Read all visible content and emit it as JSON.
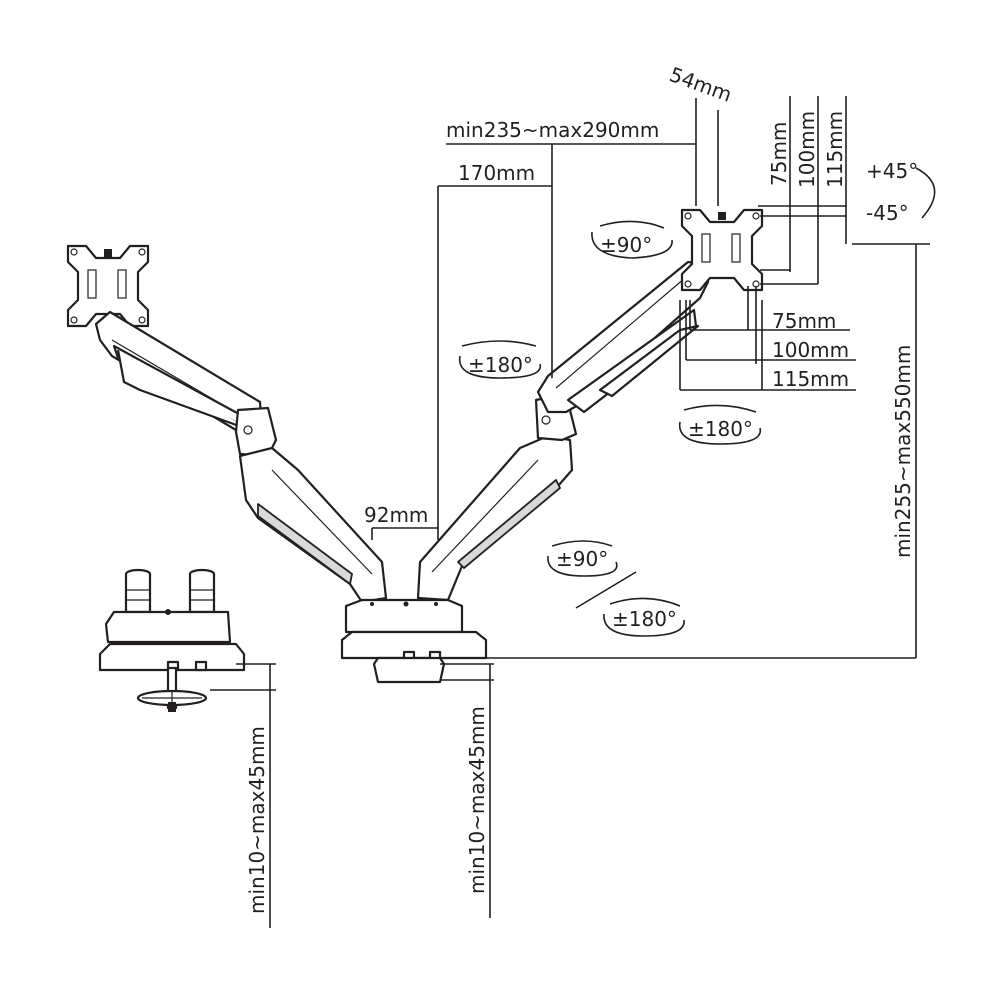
{
  "labels": {
    "vesa_offset": "54mm",
    "arm_length": "min235~max290mm",
    "arm_reach": "170mm",
    "pole_gap": "92mm",
    "vesa_h75": "75mm",
    "vesa_h100": "100mm",
    "vesa_h115": "115mm",
    "vesa_w75": "75mm",
    "vesa_w100": "100mm",
    "vesa_w115": "115mm",
    "tilt_up": "+45°",
    "tilt_down": "-45°",
    "rot_head": "±90°",
    "rot_arm": "±180°",
    "rot_arm_right": "±180°",
    "rot_mid": "±90°",
    "rot_base": "±180°",
    "height": "min255~max550mm",
    "desk_left": "min10~max45mm",
    "desk_right": "min10~max45mm"
  }
}
